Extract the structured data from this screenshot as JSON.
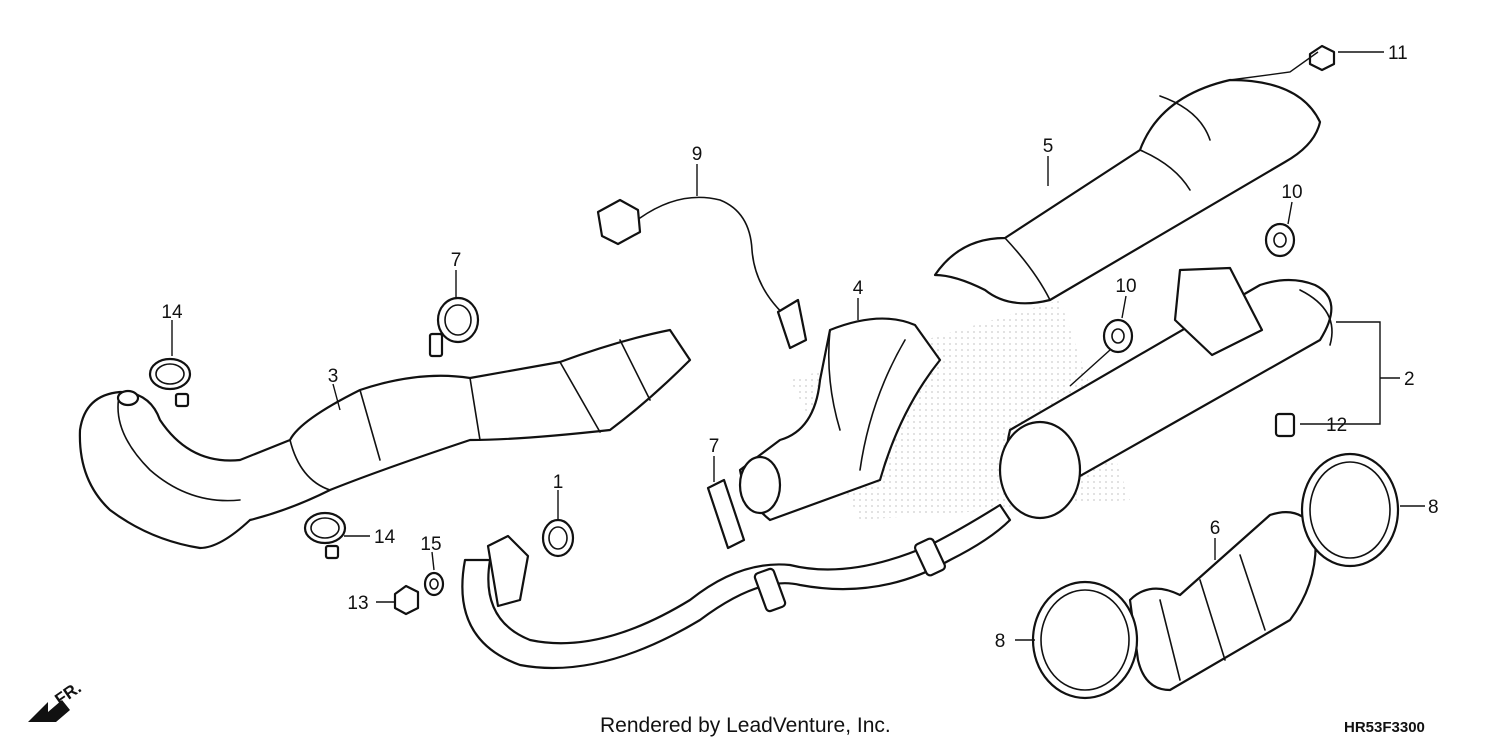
{
  "diagram": {
    "callouts": {
      "c1": "1",
      "c2": "2",
      "c3": "3",
      "c4": "4",
      "c5": "5",
      "c6": "6",
      "c7a": "7",
      "c7b": "7",
      "c8a": "8",
      "c8b": "8",
      "c9": "9",
      "c10a": "10",
      "c10b": "10",
      "c11": "11",
      "c12": "12",
      "c13": "13",
      "c14a": "14",
      "c14b": "14",
      "c15": "15"
    },
    "front_indicator": "FR.",
    "credit": "Rendered by LeadVenture, Inc.",
    "diagram_code": "HR53F3300"
  }
}
